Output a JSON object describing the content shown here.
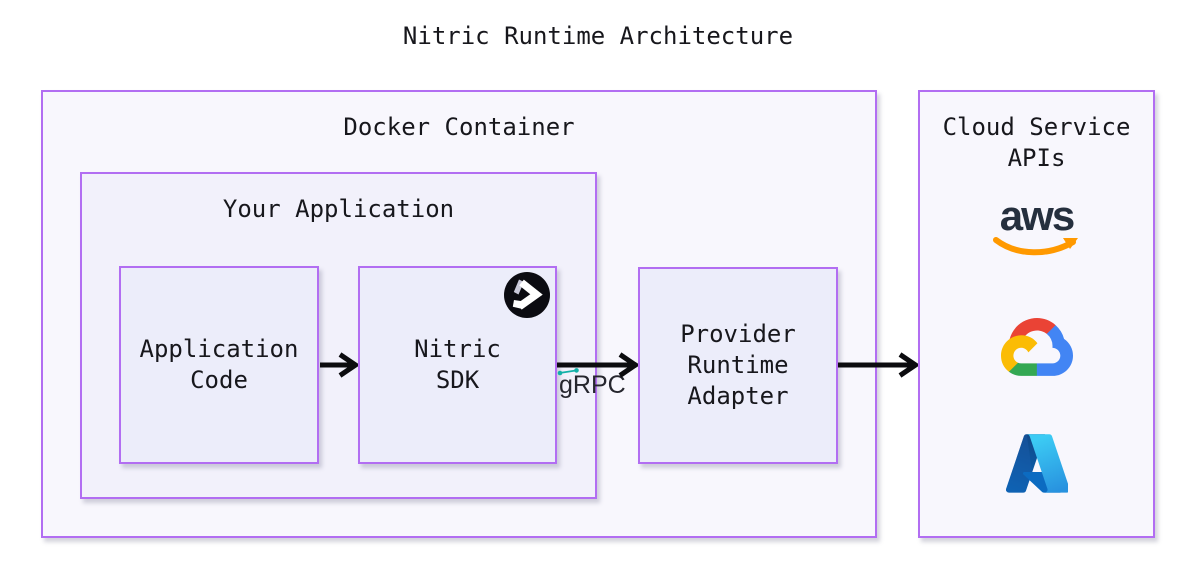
{
  "title": "Nitric Runtime Architecture",
  "docker_container": {
    "label": "Docker Container"
  },
  "your_application": {
    "label": "Your Application"
  },
  "application_code": {
    "lines": [
      "Application",
      "Code"
    ]
  },
  "nitric_sdk": {
    "lines": [
      "Nitric",
      "SDK"
    ]
  },
  "provider_runtime_adapter": {
    "lines": [
      "Provider",
      "Runtime",
      "Adapter"
    ]
  },
  "grpc": {
    "label": "gRPC"
  },
  "cloud_service_apis": {
    "lines": [
      "Cloud Service",
      "APIs"
    ],
    "aws_logo_text": "aws",
    "logos": [
      "aws-logo",
      "google-cloud-logo",
      "azure-logo"
    ]
  },
  "icons": {
    "nitric": "nitric-logo",
    "grpc_mark": "grpc-antenna-mark-icon",
    "arrows": [
      "arrow-app-code-to-sdk",
      "arrow-sdk-to-provider",
      "arrow-provider-to-cloud"
    ]
  },
  "colors": {
    "purple": "#b26ef2",
    "fill-outer": "#f8f7fd",
    "fill-mid": "#f2f1fb",
    "fill-inner": "#ecedfa",
    "text": "#17171c",
    "arrow": "#0c0c0f",
    "aws-navy": "#252f3e",
    "aws-orange": "#ff9900",
    "grpc-teal": "#12b1a8",
    "nitric-black": "#0b0b11",
    "nitric-gray": "#c9c9da"
  }
}
